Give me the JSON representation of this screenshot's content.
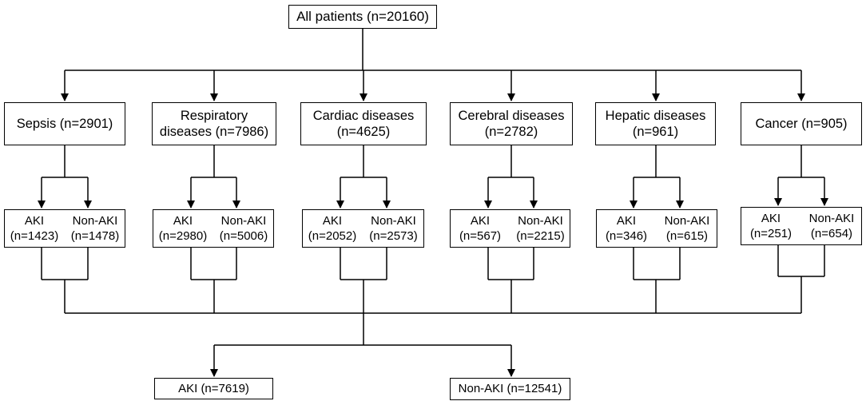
{
  "root": {
    "label": "All patients (n=20160)"
  },
  "categories": [
    {
      "line1": "Sepsis (n=2901)",
      "line2": "",
      "aki": {
        "label": "AKI",
        "n": "(n=1423)"
      },
      "non_aki": {
        "label": "Non-AKI",
        "n": "(n=1478)"
      }
    },
    {
      "line1": "Respiratory",
      "line2": "diseases (n=7986)",
      "aki": {
        "label": "AKI",
        "n": "(n=2980)"
      },
      "non_aki": {
        "label": "Non-AKI",
        "n": "(n=5006)"
      }
    },
    {
      "line1": "Cardiac diseases",
      "line2": "(n=4625)",
      "aki": {
        "label": "AKI",
        "n": "(n=2052)"
      },
      "non_aki": {
        "label": "Non-AKI",
        "n": "(n=2573)"
      }
    },
    {
      "line1": "Cerebral diseases",
      "line2": "(n=2782)",
      "aki": {
        "label": "AKI",
        "n": "(n=567)"
      },
      "non_aki": {
        "label": "Non-AKI",
        "n": "(n=2215)"
      }
    },
    {
      "line1": "Hepatic diseases",
      "line2": "(n=961)",
      "aki": {
        "label": "AKI",
        "n": "(n=346)"
      },
      "non_aki": {
        "label": "Non-AKI",
        "n": "(n=615)"
      }
    },
    {
      "line1": "Cancer (n=905)",
      "line2": "",
      "aki": {
        "label": "AKI",
        "n": "(n=251)"
      },
      "non_aki": {
        "label": "Non-AKI",
        "n": "(n=654)"
      }
    }
  ],
  "totals": {
    "aki": {
      "label": "AKI (n=7619)"
    },
    "non_aki": {
      "label": "Non-AKI (n=12541)"
    }
  },
  "colors": {
    "line": "#000000",
    "box_bg": "#ffffff"
  }
}
